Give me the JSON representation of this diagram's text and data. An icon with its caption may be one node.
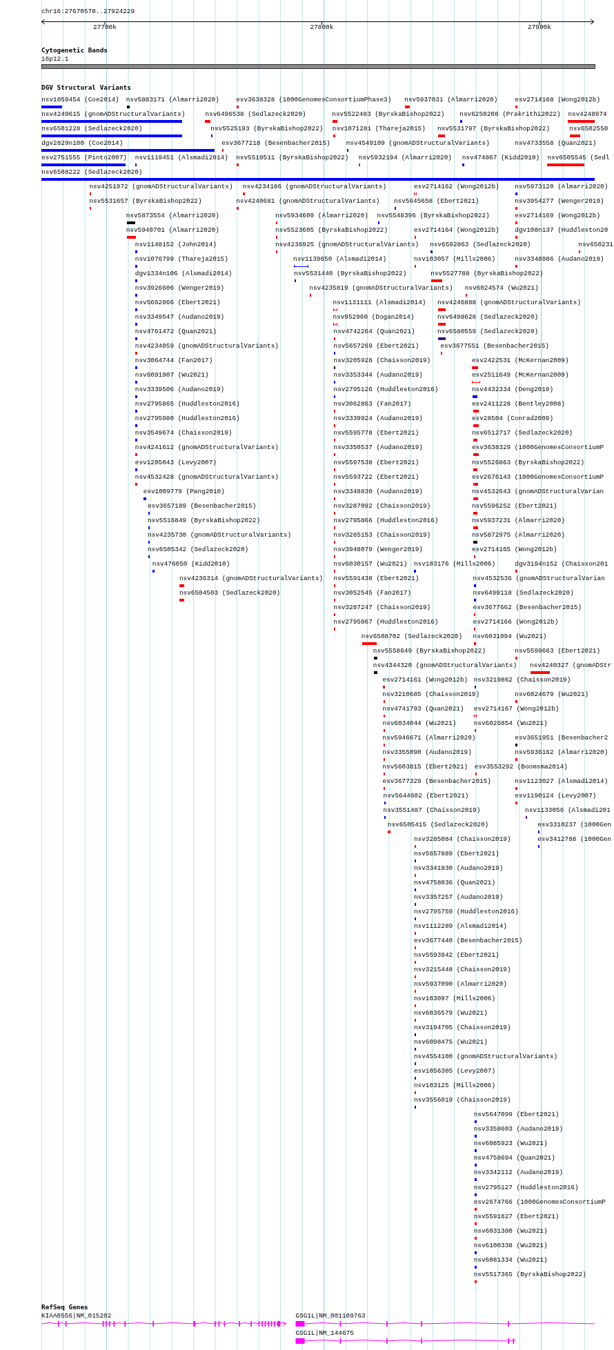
{
  "diagram": {
    "labels": [
      "chr16:27670578..27924229",
      "27700k",
      "27800k",
      "27900k",
      "Cytogenetic Bands",
      "16p12.1",
      "DGV Structural Variants",
      "nsv1059454 (Coe2014)",
      "nsv5883171 (Almarri2020)",
      "esv3638328 (1000GenomesConsortiumPhase3)",
      "nsv5937031 (Almarri2020)",
      "esv2714168 (Wong2012b)",
      "nsv4249615 (gnomADStructuralVariants)",
      "nsv6496538 (Sedlazeck2020)",
      "nsv5522483 (ByrskaBishop2022)",
      "nsv6250208 (Prakrithi2022)",
      "nsv4248974",
      "nsv6501228 (Sedlazeck2020)",
      "nsv5525193 (ByrskaBishop2022)",
      "nsv1071281 (Thareja2015)",
      "nsv5531797 (ByrskaBishop2022)",
      "nsv6502550",
      "dgv2829n100 (Coe2014)",
      "esv3677218 (Besenbacher2015)",
      "nsv4549109 (gnomADStructuralVariants)",
      "nsv4733558 (Quan2021)",
      "esv2751555 (Pinto2007)",
      "nsv1119451 (Alsmadi2014)",
      "nsv5519511 (ByrskaBishop2022)",
      "nsv5932194 (Almarri2020)",
      "nsv474867 (Kidd2010)",
      "nsv6505545 (Sedl",
      "nsv6508222 (Sedlazeck2020)",
      "nsv4251972 (gnomADStructuralVariants)",
      "nsv4234186 (gnomADStructuralVariants)",
      "esv2714162 (Wong2012b)",
      "nsv5973120 (Almarri2020)",
      "nsv5531657 (ByrskaBishop2022)",
      "nsv4240681 (gnomADStructuralVariants)",
      "nsv5645658 (Ebert2021)",
      "nsv3954277 (Wenger2019)",
      "nsv5873554 (Almarri2020)",
      "nsv5934609 (Almarri2020)",
      "nsv5548396 (ByrskaBishop2022)",
      "esv2714169 (Wong2012b)",
      "nsv5940701 (Almarri2020)",
      "nsv5523605 (ByrskaBishop2022)",
      "esv2714164 (Wong2012b)",
      "dgv108n137 (Huddleston20",
      "nsv1148152 (John2014)",
      "nsv4236925 (gnomADStructuralVariants)",
      "nsv6592863 (Sedlazeck2020)",
      "nsv650231",
      "nsv1076799 (Thareja2015)",
      "nsv1139650 (Alsmadi2014)",
      "nsv103057 (Mills2006)",
      "nsv3348986 (Audano2019)",
      "dgv1334n106 (Alsmadi2014)",
      "nsv5531440 (ByrskaBishop2022)",
      "nsv5527788 (ByrskaBishop2022)",
      "nsv3926606 (Wenger2019)",
      "nsv4235819 (gnomADStructuralVariants)",
      "nsv6024574 (Wu2021)",
      "nsv5662866 (Ebert2021)",
      "nsv1131111 (Alsmadi2014)",
      "nsv4246888 (gnomADStructuralVariants)",
      "nsv3349547 (Audano2019)",
      "nsv952960 (Dogan2014)",
      "nsv6498628 (Sedlazeck2020)",
      "nsv4761472 (Quan2021)",
      "nsv4742264 (Quan2021)",
      "nsv6580559 (Sedlazeck2020)",
      "nsv4234059 (gnomADStructuralVariants)",
      "nsv5657269 (Ebert2021)",
      "esv3677551 (Besenbacher2015)",
      "nsv3064744 (Fan2017)",
      "nsv3205928 (Chaisson2019)",
      "esv2422531 (McKernan2009)",
      "nsv6091907 (Wu2021)",
      "nsv3353344 (Audano2019)",
      "esv2511649 (McKernan2009)",
      "nsv3339506 (Audano2019)",
      "nsv2795126 (Huddleston2016)",
      "nsv4432334 (Deng2019)",
      "nsv2795865 (Huddleston2016)",
      "nsv3062863 (Fan2017)",
      "esv2411228 (Bentley2008)",
      "nsv2795980 (Huddleston2016)",
      "nsv3339924 (Audano2019)",
      "esv28504 (Conrad2009)",
      "nsv3549674 (Chaisson2019)",
      "nsv5595778 (Ebert2021)",
      "nsv6512717 (Sedlazeck2020)",
      "nsv4241612 (gnomADStructuralVariants)",
      "nsv3350537 (Audano2019)",
      "esv3638329 (1000GenomesConsortiumP",
      "esv1205043 (Levy2007)",
      "nsv5597538 (Ebert2021)",
      "nsv5526863 (ByrskaBishop2022)",
      "nsv4532428 (gnomADStructuralVariants)",
      "nsv5593722 (Ebert2021)",
      "esv2676143 (1000GenomesConsortiumP",
      "esv1009779 (Pang2010)",
      "nsv3348830 (Audano2019)",
      "nsv4532643 (gnomADStructuralVarian",
      "esv3657189 (Besenbacher2015)",
      "nsv3287092 (Chaisson2019)",
      "nsv5596252 (Ebert2021)",
      "nsv5516849 (ByrskaBishop2022)",
      "nsv2795866 (Huddleston2016)",
      "nsv5937231 (Almarri2020)",
      "nsv4235730 (gnomADStructuralVariants)",
      "nsv3285153 (Chaisson2019)",
      "nsv5872975 (Almarri2020)",
      "nsv6505342 (Sedlazeck2020)",
      "nsv3948079 (Wenger2019)",
      "esv2714165 (Wong2012b)",
      "nsv476050 (Kidd2010)",
      "nsv6030157 (Wu2021)",
      "nsv103176 (Mills2006)",
      "dgv3194n152 (Chaisson201",
      "nsv4236314 (gnomADStructuralVariants)",
      "nsv5591438 (Ebert2021)",
      "nsv4532536 (gnomADStructuralVarian",
      "nsv6504503 (Sedlazeck2020)",
      "nsv3052545 (Fan2017)",
      "nsv6499118 (Sedlazeck2020)",
      "nsv3287247 (Chaisson2019)",
      "esv3677662 (Besenbacher2015)",
      "nsv2795867 (Huddleston2016)",
      "esv2714166 (Wong2012b)",
      "nsv6508702 (Sedlazeck2020)",
      "nsv6031094 (Wu2021)",
      "nsv5558649 (ByrskaBishop2022)",
      "nsv5599663 (Ebert2021)",
      "nsv4344320 (gnomADStructuralVariants)",
      "nsv4240327 (gnomADStr",
      "esv2714161 (Wong2012b)",
      "nsv3219862 (Chaisson2019)",
      "nsv3210685 (Chaisson2019)",
      "nsv6024679 (Wu2021)",
      "nsv4741793 (Quan2021)",
      "esv2714167 (Wong2012b)",
      "nsv6034044 (Wu2021)",
      "nsv6026854 (Wu2021)",
      "nsv5946671 (Almarri2020)",
      "esv3651951 (Besenbacher2",
      "nsv3355090 (Audano2019)",
      "nsv5936162 (Almarri2020)",
      "nsv5603815 (Ebert2021)",
      "esv3553292 (Boomsma2014)",
      "esv3677329 (Besenbacher2015)",
      "nsv1123027 (Alsmadi2014)",
      "nsv5644602 (Ebert2021)",
      "esv1190124 (Levy2007)",
      "nsv3551487 (Chaisson2019)",
      "nsv1133056 (Alsmadi201",
      "nsv6505415 (Sedlazeck2020)",
      "esv3310237 (1000Gen",
      "nsv3285084 (Chaisson2019)",
      "esv3412788 (1000Gen",
      "nsv5657889 (Ebert2021)",
      "nsv3341930 (Audano2019)",
      "nsv4758036 (Quan2021)",
      "nsv3357257 (Audano2019)",
      "nsv2795759 (Huddleston2016)",
      "nsv1112289 (Alsmadi2014)",
      "esv3677440 (Besenbacher2015)",
      "nsv5593942 (Ebert2021)",
      "nsv3215448 (Chaisson2019)",
      "nsv5937090 (Almarri2020)",
      "nsv103097 (Mills2006)",
      "nsv6036579 (Wu2021)",
      "nsv3194705 (Chaisson2019)",
      "nsv6098475 (Wu2021)",
      "nsv4554100 (gnomADStructuralVariants)",
      "esv1056305 (Levy2007)",
      "nsv103125 (Mills2006)",
      "nsv3556019 (Chaisson2019)",
      "nsv5647099 (Ebert2021)",
      "nsv3358603 (Audano2019)",
      "nsv6085923 (Wu2021)",
      "nsv4758694 (Quan2021)",
      "nsv3342112 (Audano2019)",
      "nsv2795127 (Huddleston2016)",
      "esv2674766 (1000GenomesConsortiumP",
      "nsv5591827 (Ebert2021)",
      "nsv6031380 (Wu2021)",
      "nsv6100338 (Wu2021)",
      "nsv6081334 (Wu2021)",
      "nsv5517365 (ByrskaBishop2022)",
      "RefSeq Genes",
      "KIAA0556|NM_015202",
      "GSG1L|NM_001109763",
      "GSG1L|NM_144675"
    ]
  }
}
